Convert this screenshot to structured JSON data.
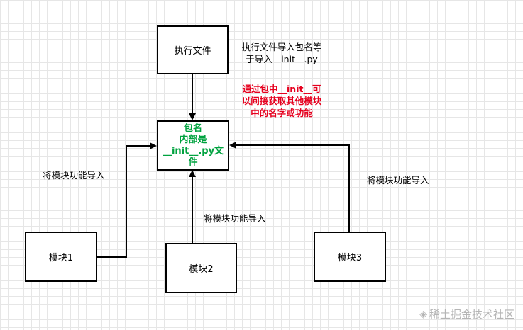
{
  "boxes": {
    "exec_file": "执行文件",
    "package": {
      "line1": "包名",
      "line2": "内部是",
      "line3": "__init__.py文",
      "line4": "件"
    },
    "module1": "模块1",
    "module2": "模块2",
    "module3": "模块3"
  },
  "labels": {
    "exec_note_line1": "执行文件导入包名等",
    "exec_note_line2": "于导入__init__.py",
    "red_note_line1": "通过包中__init__可",
    "red_note_line2": "以间接获取其他模块",
    "red_note_line3": "中的名字或功能",
    "import_left": "将模块功能导入",
    "import_middle": "将模块功能导入",
    "import_right": "将模块功能导入"
  },
  "watermark": {
    "icon": "juejin-icon",
    "text": "稀土掘金技术社区"
  },
  "colors": {
    "package_text": "#00a23f",
    "red_note": "#e6001e",
    "watermark": "#b5b5b5"
  }
}
